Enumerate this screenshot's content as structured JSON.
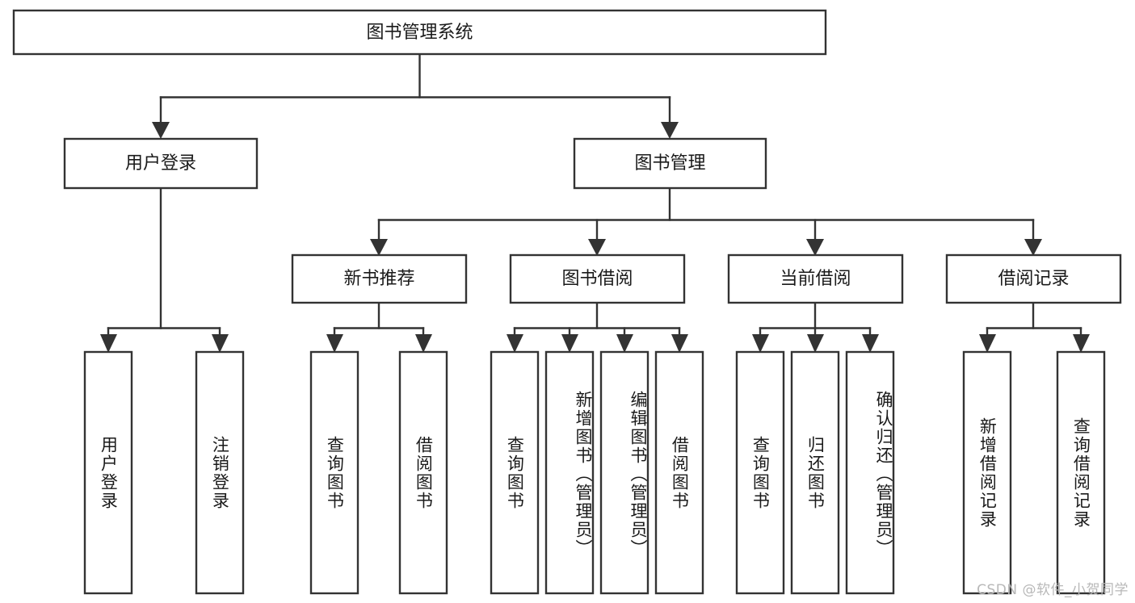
{
  "diagram": {
    "title": "图书管理系统",
    "type": "tree",
    "root": {
      "id": "root",
      "label": "图书管理系统",
      "level": 0
    },
    "levels": [
      {
        "level": 1,
        "nodes": [
          {
            "id": "user-login",
            "label": "用户登录",
            "orientation": "horizontal"
          },
          {
            "id": "book-manage",
            "label": "图书管理",
            "orientation": "horizontal"
          }
        ]
      },
      {
        "level": 2,
        "nodes": [
          {
            "id": "new-book-rec",
            "label": "新书推荐",
            "orientation": "horizontal",
            "parent": "book-manage"
          },
          {
            "id": "book-borrow",
            "label": "图书借阅",
            "orientation": "horizontal",
            "parent": "book-manage"
          },
          {
            "id": "current-borrow",
            "label": "当前借阅",
            "orientation": "horizontal",
            "parent": "book-manage"
          },
          {
            "id": "borrow-record",
            "label": "借阅记录",
            "orientation": "horizontal",
            "parent": "book-manage"
          }
        ]
      },
      {
        "level": 3,
        "nodes": [
          {
            "id": "leaf-user-login",
            "label": "用户登录",
            "orientation": "vertical",
            "parent": "user-login"
          },
          {
            "id": "leaf-logout",
            "label": "注销登录",
            "orientation": "vertical",
            "parent": "user-login"
          },
          {
            "id": "leaf-query-book-1",
            "label": "查询图书",
            "orientation": "vertical",
            "parent": "new-book-rec"
          },
          {
            "id": "leaf-borrow-book-1",
            "label": "借阅图书",
            "orientation": "vertical",
            "parent": "new-book-rec"
          },
          {
            "id": "leaf-query-book-2",
            "label": "查询图书",
            "orientation": "vertical",
            "parent": "book-borrow"
          },
          {
            "id": "leaf-add-book",
            "label": "新增图书（管理员）",
            "orientation": "vertical",
            "parent": "book-borrow"
          },
          {
            "id": "leaf-edit-book",
            "label": "编辑图书（管理员）",
            "orientation": "vertical",
            "parent": "book-borrow"
          },
          {
            "id": "leaf-borrow-book-2",
            "label": "借阅图书",
            "orientation": "vertical",
            "parent": "book-borrow"
          },
          {
            "id": "leaf-query-book-3",
            "label": "查询图书",
            "orientation": "vertical",
            "parent": "current-borrow"
          },
          {
            "id": "leaf-return-book",
            "label": "归还图书",
            "orientation": "vertical",
            "parent": "current-borrow"
          },
          {
            "id": "leaf-confirm-return",
            "label": "确认归还（管理员）",
            "orientation": "vertical",
            "parent": "current-borrow"
          },
          {
            "id": "leaf-add-record",
            "label": "新增借阅记录",
            "orientation": "vertical",
            "parent": "borrow-record"
          },
          {
            "id": "leaf-query-record",
            "label": "查询借阅记录",
            "orientation": "vertical",
            "parent": "borrow-record"
          }
        ]
      }
    ],
    "colors": {
      "stroke": "#333333",
      "fill": "#ffffff",
      "text": "#1a1a1a",
      "watermark": "#b8b8b8"
    }
  },
  "watermark": {
    "text": "CSDN @软件_小贺同学"
  }
}
